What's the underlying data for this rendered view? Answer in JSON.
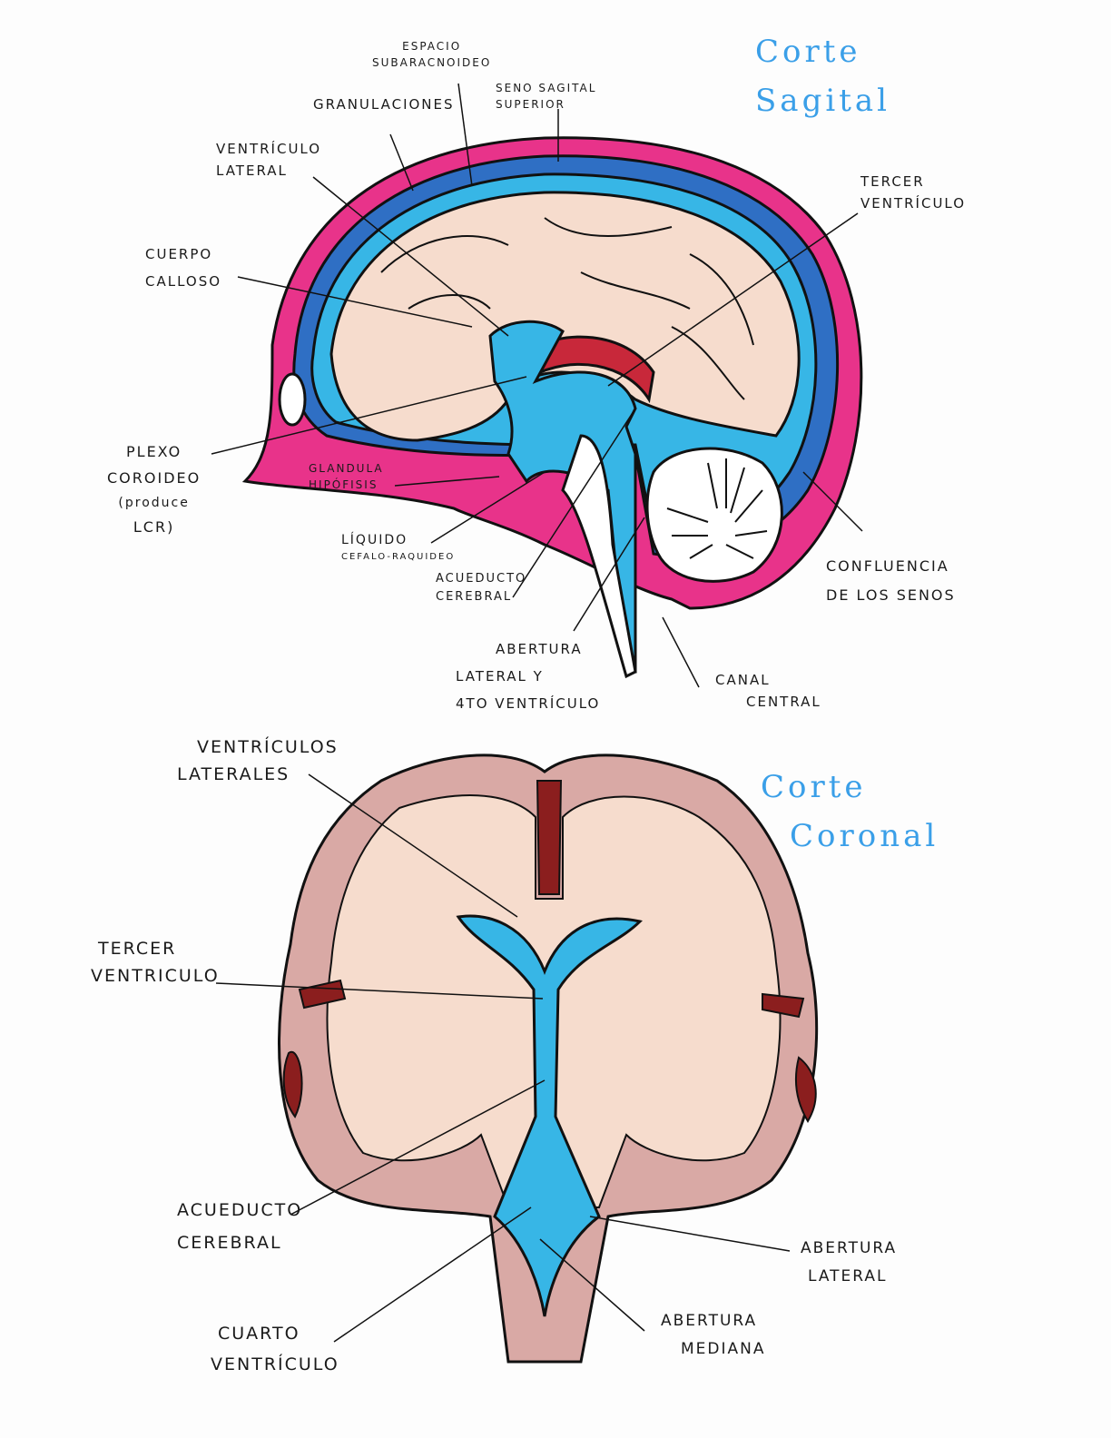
{
  "sagittal": {
    "title_line1": "Corte",
    "title_line2": "Sagital",
    "labels": {
      "espacio_1": "Espacio",
      "espacio_2": "Subaracnoideo",
      "seno_1": "Seno sagital",
      "seno_2": "superior",
      "granulaciones": "Granulaciones",
      "ventriculo_lateral_1": "Ventrículo",
      "ventriculo_lateral_2": "lateral",
      "tercer_1": "Tercer",
      "tercer_2": "ventrículo",
      "cuerpo_1": "Cuerpo",
      "cuerpo_2": "calloso",
      "plexo_1": "Plexo",
      "plexo_2": "coroideo",
      "plexo_3": "(produce",
      "plexo_4": "LCR)",
      "glandula_1": "Glandula",
      "glandula_2": "Hipófisis",
      "liquido_1": "Líquido",
      "liquido_2": "cefalo-raquideo",
      "acueducto_1": "Acueducto",
      "acueducto_2": "cerebral",
      "abertura_1": "Abertura",
      "abertura_2": "lateral y",
      "abertura_3": "4to ventrículo",
      "confluencia_1": "Confluencia",
      "confluencia_2": "de los senos",
      "canal_1": "Canal",
      "canal_2": "central"
    }
  },
  "coronal": {
    "title_line1": "Corte",
    "title_line2": "Coronal",
    "labels": {
      "ventriculos_1": "Ventrículos",
      "ventriculos_2": "laterales",
      "tercer_1": "Tercer",
      "tercer_2": "ventriculo",
      "acueducto_1": "Acueducto",
      "acueducto_2": "cerebral",
      "cuarto_1": "Cuarto",
      "cuarto_2": "ventrículo",
      "abertura_lateral_1": "Abertura",
      "abertura_lateral_2": "lateral",
      "abertura_mediana_1": "Abertura",
      "abertura_mediana_2": "mediana"
    }
  },
  "colors": {
    "skull": "#e8338a",
    "sinus": "#2f6fc4",
    "csf": "#37b6e6",
    "brain": "#f6dccd",
    "cortex": "#d9a9a5",
    "vessel": "#c8283a",
    "title": "#3a9fe8"
  }
}
